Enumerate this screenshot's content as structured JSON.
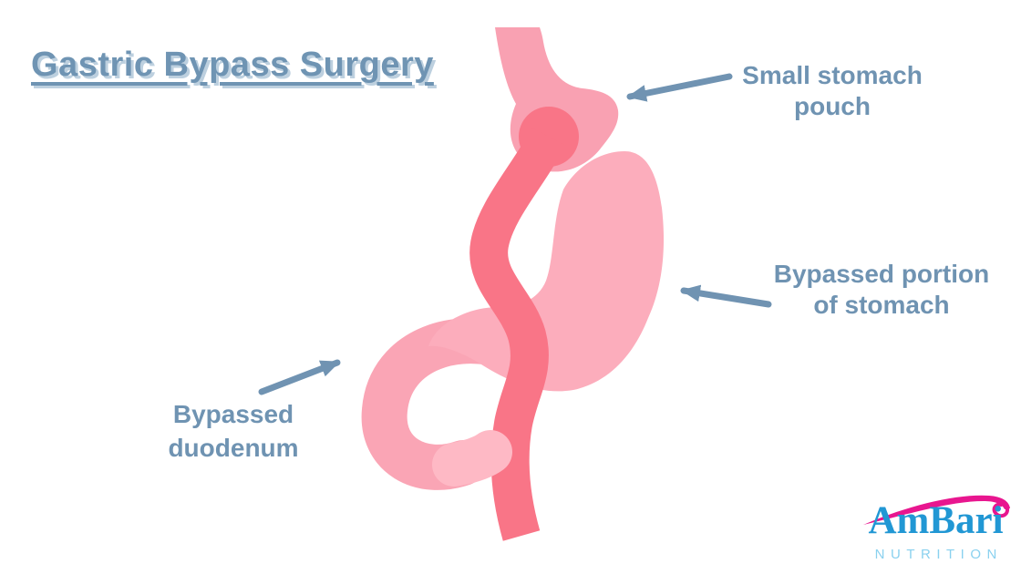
{
  "title": {
    "text": "Gastric Bypass Surgery"
  },
  "labels": {
    "small_stomach_pouch": {
      "line1": "Small stomach",
      "line2": "pouch"
    },
    "bypassed_stomach": {
      "line1": "Bypassed portion",
      "line2": "of stomach"
    },
    "bypassed_duodenum": {
      "line1": "Bypassed",
      "line2": "duodenum"
    }
  },
  "logo": {
    "brand": "AmBari",
    "tagline": "NUTRITION"
  },
  "colors": {
    "title_blue": "#6F94B3",
    "title_shadow_blue": "#BDD0DF",
    "label_blue": "#6F93B2",
    "arrow_blue": "#7093B2",
    "esophagus_pouch_pink": "#F9A1B2",
    "bypassed_stomach_pink": "#FCADBC",
    "duodenum_pink": "#FAA5B5",
    "duodenum_end_pink": "#FEB9C5",
    "roux_limb_red": "#F97587",
    "logo_blue": "#2197D4",
    "logo_light_blue": "#8AD1EF",
    "logo_pink": "#E8168F"
  }
}
